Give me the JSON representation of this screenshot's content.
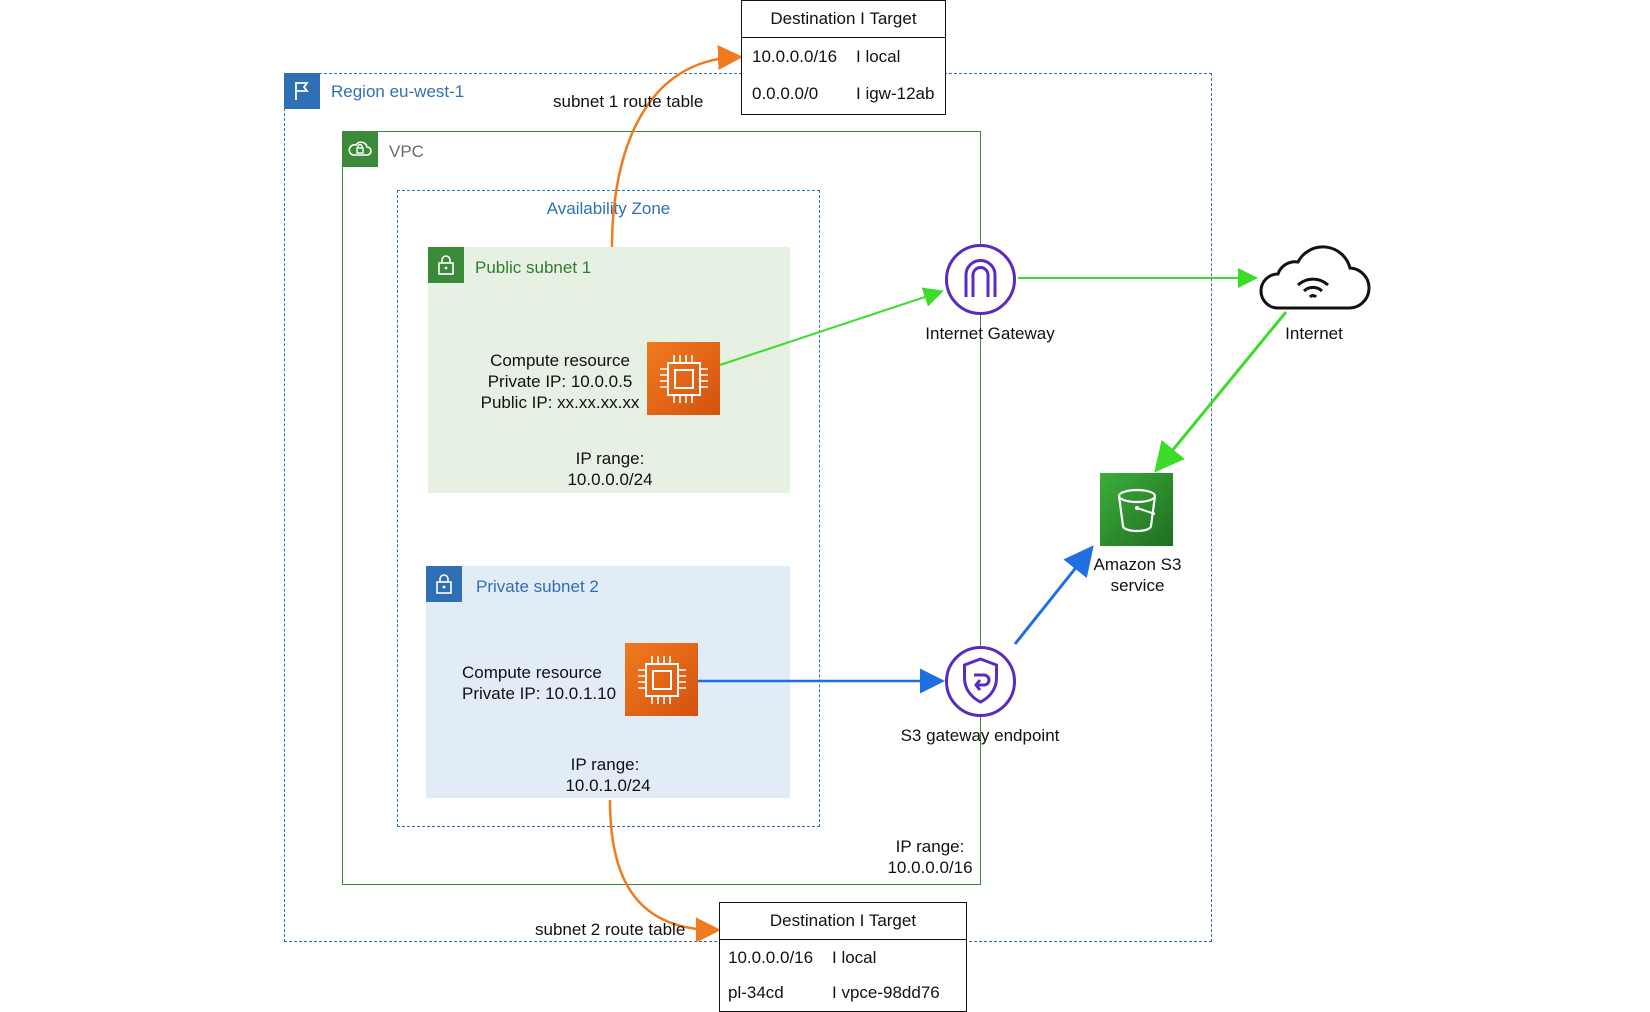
{
  "region": {
    "label": "Region eu-west-1"
  },
  "vpc": {
    "label": "VPC",
    "ip_range_label": "IP range:",
    "ip_range": "10.0.0.0/16"
  },
  "availability_zone": {
    "label": "Availability Zone"
  },
  "public_subnet": {
    "label": "Public subnet 1",
    "compute": {
      "title": "Compute resource",
      "private_ip": "Private IP: 10.0.0.5",
      "public_ip": "Public IP: xx.xx.xx.xx"
    },
    "ip_range_label": "IP range:",
    "ip_range": "10.0.0.0/24"
  },
  "private_subnet": {
    "label": "Private subnet 2",
    "compute": {
      "title": "Compute resource",
      "private_ip": "Private IP: 10.0.1.10"
    },
    "ip_range_label": "IP range:",
    "ip_range": "10.0.1.0/24"
  },
  "internet_gateway": {
    "label": "Internet Gateway"
  },
  "internet": {
    "label": "Internet"
  },
  "s3_service": {
    "label_line1": "Amazon S3",
    "label_line2": "service"
  },
  "s3_endpoint": {
    "label": "S3 gateway endpoint"
  },
  "route_table_1": {
    "caption": "subnet 1 route table",
    "header": "Destination I Target",
    "rows": [
      {
        "destination": "10.0.0.0/16",
        "target": "I local"
      },
      {
        "destination": "0.0.0.0/0",
        "target": "I igw-12ab"
      }
    ]
  },
  "route_table_2": {
    "caption": "subnet 2 route table",
    "header": "Destination I Target",
    "rows": [
      {
        "destination": "10.0.0.0/16",
        "target": "I local"
      },
      {
        "destination": "pl-34cd",
        "target": "I vpce-98dd76"
      }
    ]
  },
  "colors": {
    "region": "#2f6fb5",
    "vpc": "#3a8a3a",
    "orange": "#f07a1e",
    "green_arrow": "#3ddc2a",
    "blue_arrow": "#1f6fe0",
    "purple": "#5b2bbf",
    "s3": "#2e8b2e"
  }
}
